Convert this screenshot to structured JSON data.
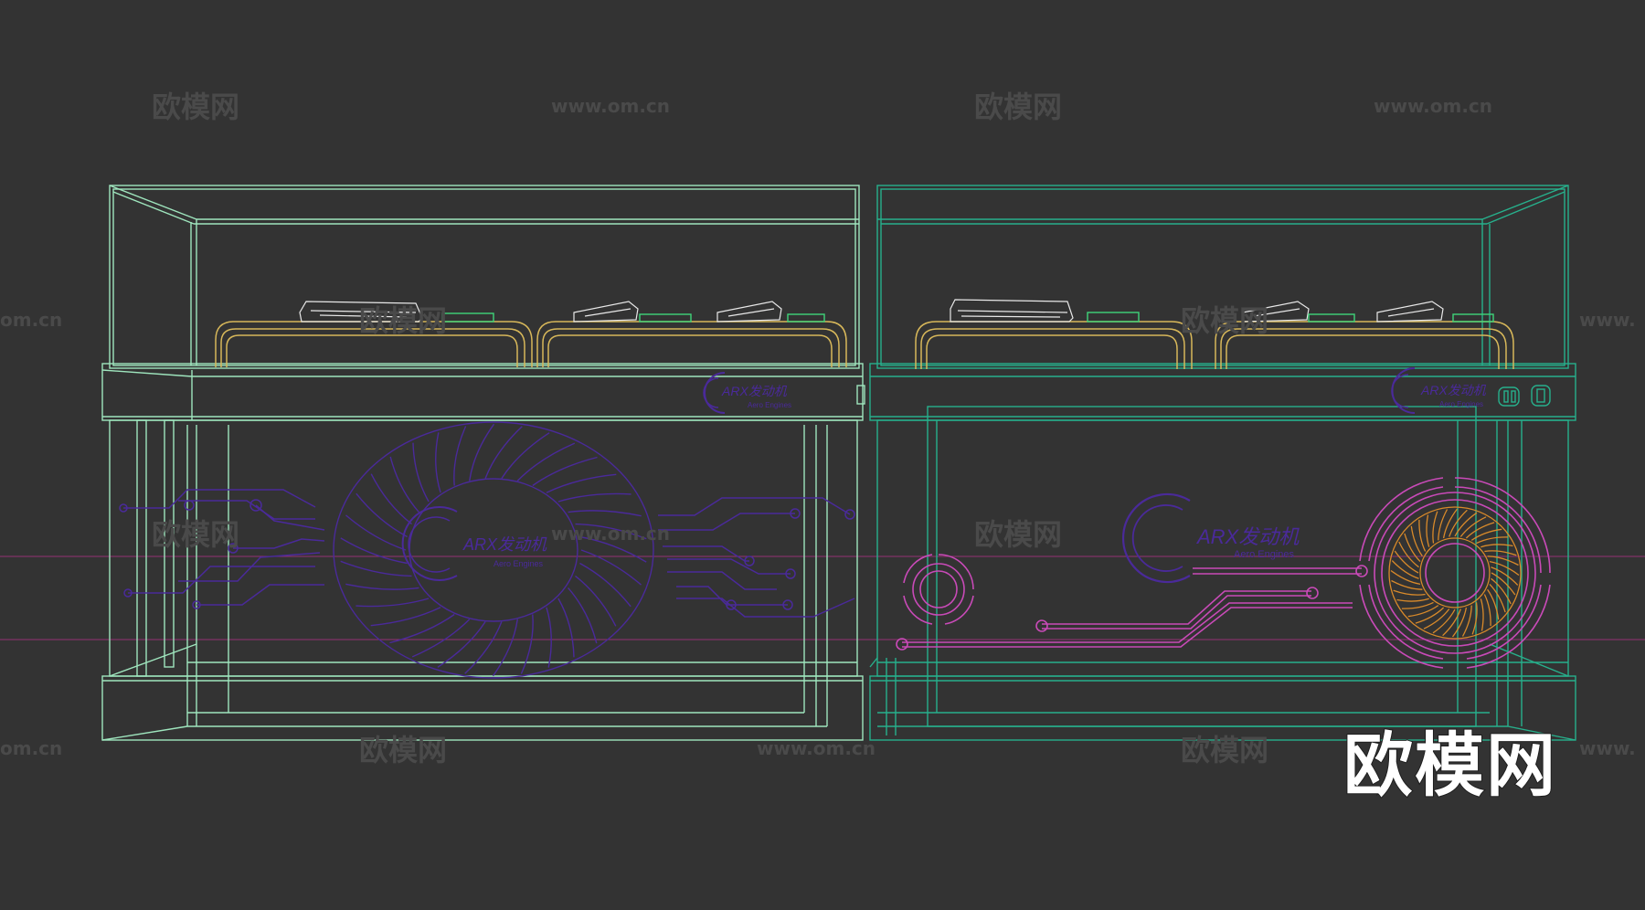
{
  "watermark": {
    "brand_cn": "欧模网",
    "url": "www.om.cn",
    "url_partial_left": "om.cn",
    "url_partial_right": "www."
  },
  "brand_mark": "欧模网",
  "logo": {
    "name": "ARX发动机",
    "subtitle": "Aero Engines"
  },
  "colors": {
    "cabinet_left": "#9fe6be",
    "cabinet_right": "#27b08c",
    "trays": "#d8b85a",
    "circuit_left": "#4a2a9a",
    "circuit_right": "#c94ab8",
    "turbine_core": "#d98a2a",
    "models": "#e8e8e8",
    "chips": "#3fd47a",
    "guide_line": "#a0317c"
  }
}
